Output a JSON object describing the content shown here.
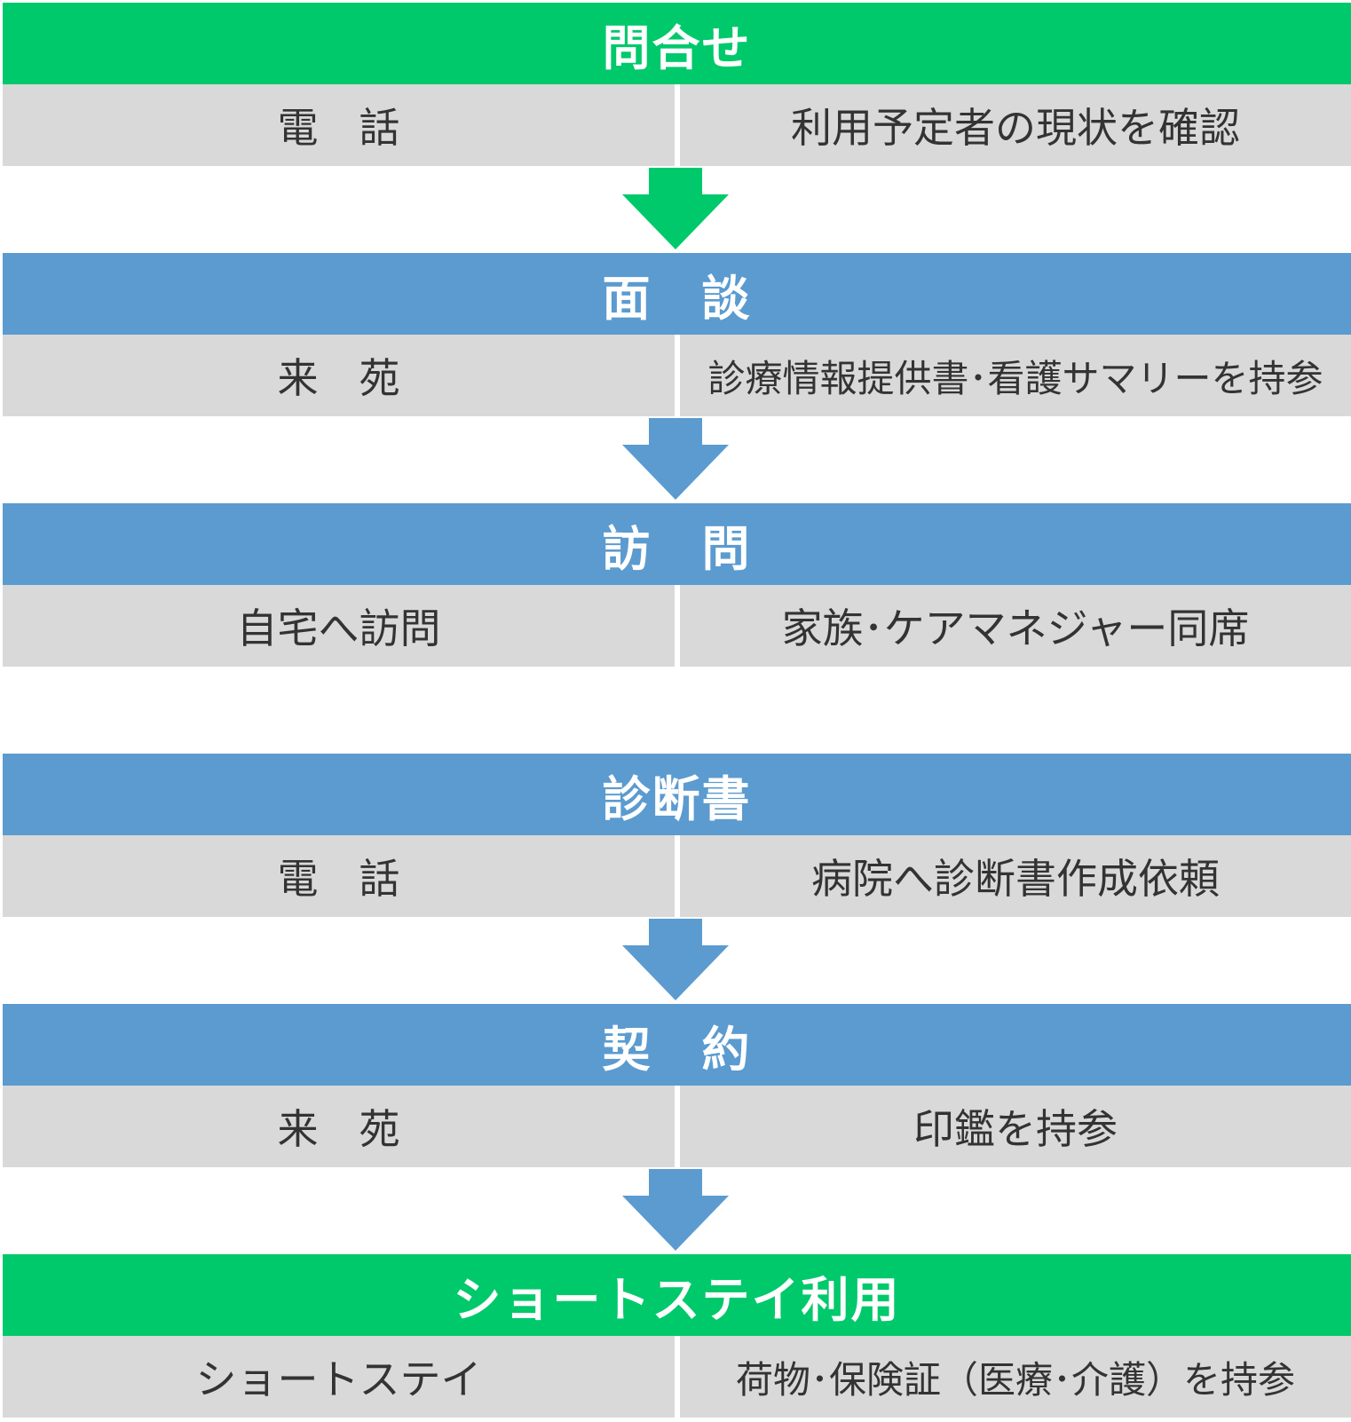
{
  "colors": {
    "green": "#00c96b",
    "blue": "#5b9bd0",
    "gray": "#d9d9d9",
    "text_dark": "#333333"
  },
  "steps": [
    {
      "title": "問合せ",
      "left": "電　話",
      "right": "利用予定者の現状を確認",
      "color": "green"
    },
    {
      "title": "面　談",
      "left": "来　苑",
      "right": "診療情報提供書･看護サマリーを持参",
      "color": "blue"
    },
    {
      "title": "訪　問",
      "left": "自宅へ訪問",
      "right": "家族･ケアマネジャー同席",
      "color": "blue"
    },
    {
      "title": "診断書",
      "left": "電　話",
      "right": "病院へ診断書作成依頼",
      "color": "blue"
    },
    {
      "title": "契　約",
      "left": "来　苑",
      "right": "印鑑を持参",
      "color": "blue"
    },
    {
      "title": "ショートステイ利用",
      "left": "ショートステイ",
      "right": "荷物･保険証（医療･介護）を持参",
      "color": "green"
    }
  ],
  "arrows": [
    {
      "color": "green"
    },
    {
      "color": "blue"
    },
    {
      "color": "blue"
    },
    {
      "color": "blue"
    }
  ]
}
